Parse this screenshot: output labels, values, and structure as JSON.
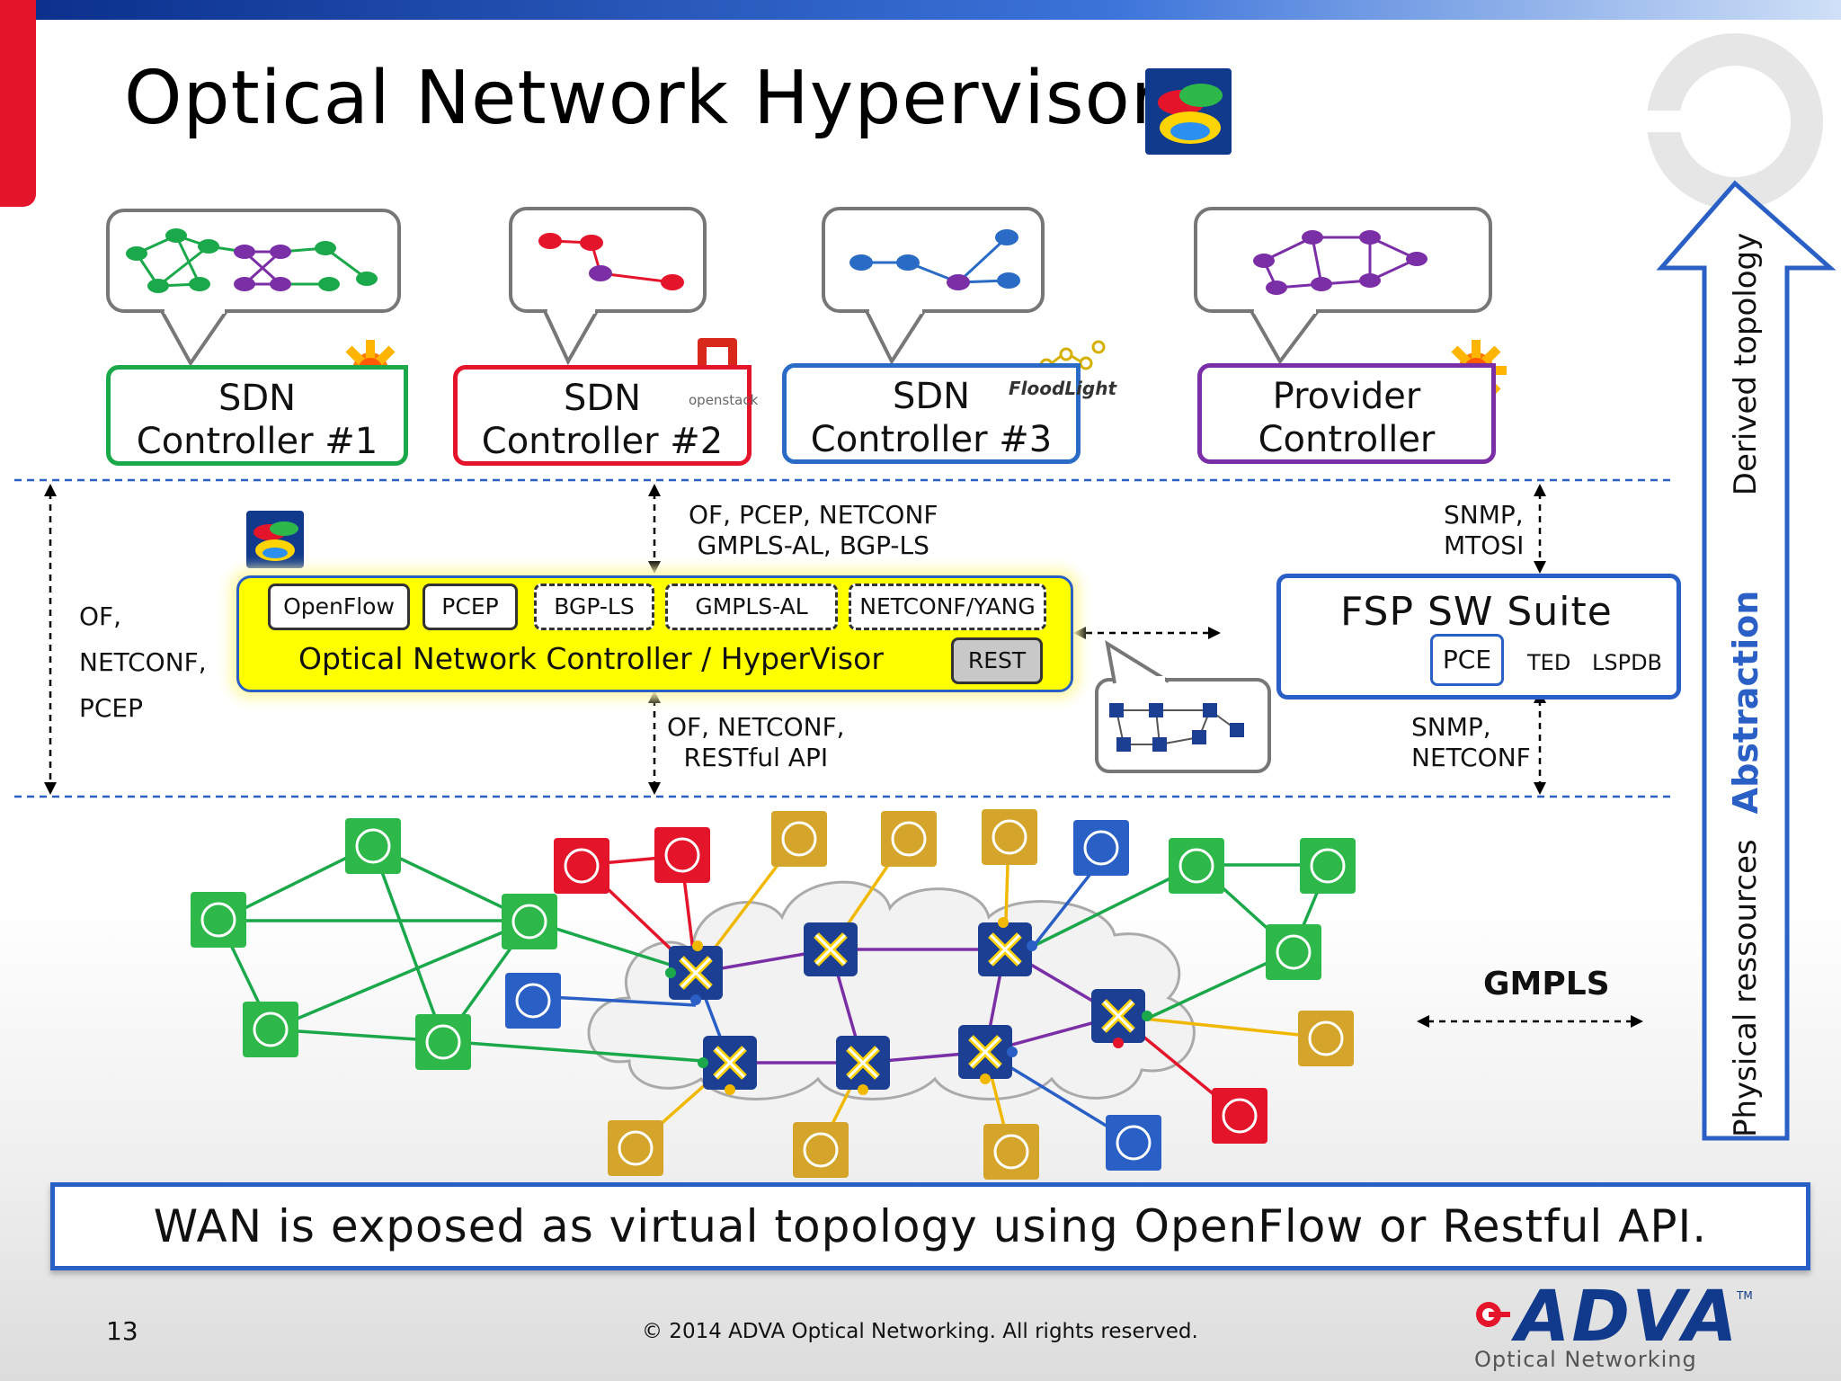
{
  "slide": {
    "title": "Optical Network Hypervisor",
    "page_number": "13",
    "copyright": "© 2014 ADVA Optical Networking. All rights reserved.",
    "footer_statement": "WAN is exposed as virtual topology using OpenFlow or Restful API."
  },
  "logo": {
    "brand": "ADVA",
    "tagline": "Optical Networking",
    "tm": "TM"
  },
  "controllers": [
    {
      "line1": "SDN",
      "line2": "Controller #1",
      "color": "#1aa84a"
    },
    {
      "line1": "SDN",
      "line2": "Controller #2",
      "color": "#e4142b"
    },
    {
      "line1": "SDN",
      "line2": "Controller #3",
      "color": "#2a6cc5"
    },
    {
      "line1": "Provider",
      "line2": "Controller",
      "color": "#7b2fa6"
    }
  ],
  "badges": {
    "openstack": "openstack",
    "floodlight": "FloodLight"
  },
  "interfaces": {
    "left": [
      "OF,",
      "NETCONF,",
      "PCEP"
    ],
    "top_center": [
      "OF, PCEP, NETCONF",
      "GMPLS-AL, BGP-LS"
    ],
    "bottom_center": [
      "OF, NETCONF,",
      "RESTful API"
    ],
    "top_right": [
      "SNMP,",
      "MTOSI"
    ],
    "bottom_right": [
      "SNMP,",
      "NETCONF"
    ]
  },
  "hypervisor": {
    "label": "Optical Network Controller / HyperVisor",
    "protocols": [
      "OpenFlow",
      "PCEP",
      "BGP-LS",
      "GMPLS-AL",
      "NETCONF/YANG"
    ],
    "rest": "REST"
  },
  "fsp": {
    "title": "FSP SW Suite",
    "pce": "PCE",
    "ted": "TED",
    "lspdb": "LSPDB"
  },
  "gmpls": "GMPLS",
  "side_arrow": {
    "top": "Derived topology",
    "middle": "Abstraction",
    "bottom": "Physical ressources"
  },
  "colors": {
    "green": "#2eb84a",
    "red": "#e4142b",
    "blue": "#2a5fc5",
    "yellow": "#d4a52a",
    "purple": "#7b2fa6",
    "hv_yellow": "#ffff00"
  }
}
